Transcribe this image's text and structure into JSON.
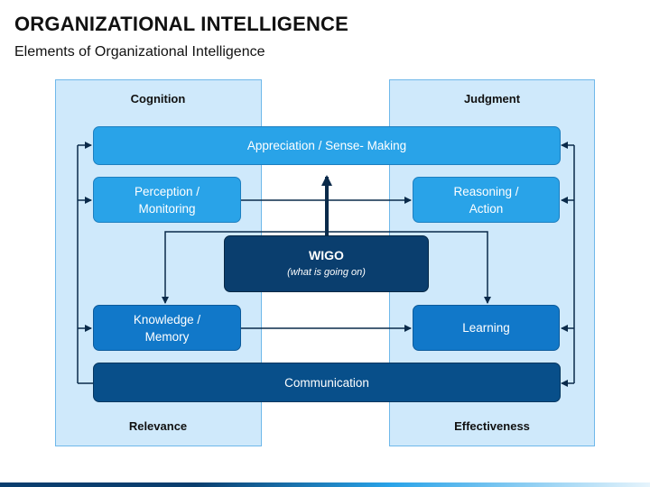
{
  "header": {
    "title": "ORGANIZATIONAL INTELLIGENCE",
    "subtitle": "Elements of Organizational Intelligence"
  },
  "panels": {
    "left": {
      "top_label": "Cognition",
      "bottom_label": "Relevance"
    },
    "right": {
      "top_label": "Judgment",
      "bottom_label": "Effectiveness"
    }
  },
  "boxes": {
    "appreciation": "Appreciation / Sense- Making",
    "perception_line1": "Perception /",
    "perception_line2": "Monitoring",
    "reasoning_line1": "Reasoning /",
    "reasoning_line2": "Action",
    "wigo_title": "WIGO",
    "wigo_subtitle": "(what is going on)",
    "knowledge_line1": "Knowledge /",
    "knowledge_line2": "Memory",
    "learning": "Learning",
    "communication": "Communication"
  },
  "colors": {
    "panel_fill": "#cfe9fb",
    "box_light": "#29a3e8",
    "box_mid": "#1178c9",
    "box_dark": "#084f8a",
    "box_navy": "#0a3e6e",
    "connector": "#0a2a4a"
  }
}
